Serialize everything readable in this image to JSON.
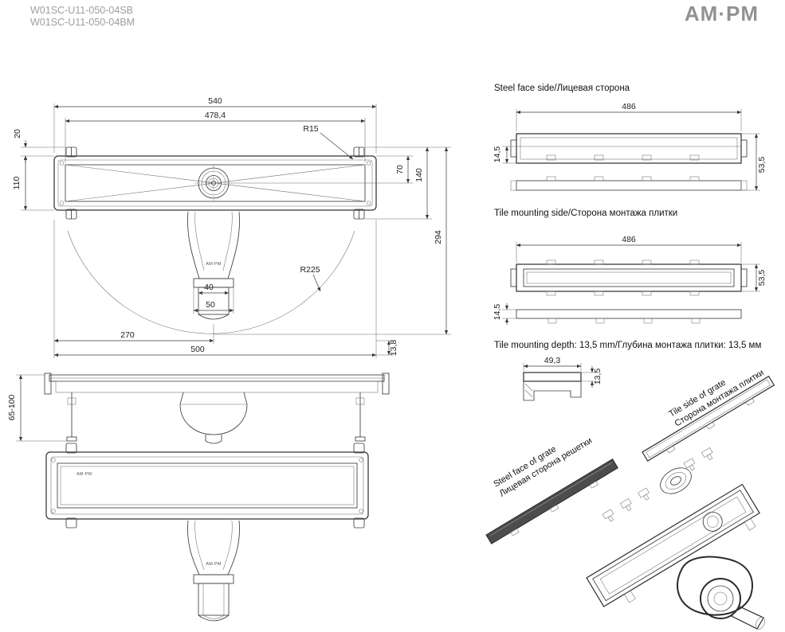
{
  "header": {
    "product_code_1": "W01SC-U11-050-04SB",
    "product_code_2": "W01SC-U11-050-04BM",
    "brand": "AM·PM"
  },
  "part_logo": "AM·PM",
  "plan_view": {
    "dim_overall_length": "540",
    "dim_grate_length": "478,4",
    "dim_corner_radius": "R15",
    "dim_edge_offset": "20",
    "dim_body_width": "110",
    "dim_center_offset": "70",
    "dim_overall_width": "140",
    "dim_swing_envelope": "294",
    "dim_swing_radius": "R225",
    "dim_outlet_inner": "40",
    "dim_outlet_outer": "50",
    "dim_drain_position": "270",
    "dim_channel_length": "500",
    "dim_flange_height": "13,8"
  },
  "side_view": {
    "dim_height_range": "65-100"
  },
  "steel_face": {
    "title": "Steel face side/Лицевая сторона",
    "dim_length": "486",
    "dim_grate_thickness": "14,5",
    "dim_total_height": "53,5"
  },
  "tile_side": {
    "title": "Tile mounting side/Сторона монтажа плитки",
    "dim_length": "486",
    "dim_total_height": "53,5",
    "dim_grate_thickness": "14,5"
  },
  "tile_depth": {
    "title": "Tile mounting depth: 13,5 mm/Глубина монтажа плитки: 13,5 мм",
    "dim_width": "49,3",
    "dim_depth": "13,5"
  },
  "iso_view": {
    "tile_side_label_en": "Tile side of grate",
    "tile_side_label_ru": "Сторона монтажа плитки",
    "steel_face_label_en": "Steel face of grate",
    "steel_face_label_ru": "Лицевая сторона решетки"
  }
}
